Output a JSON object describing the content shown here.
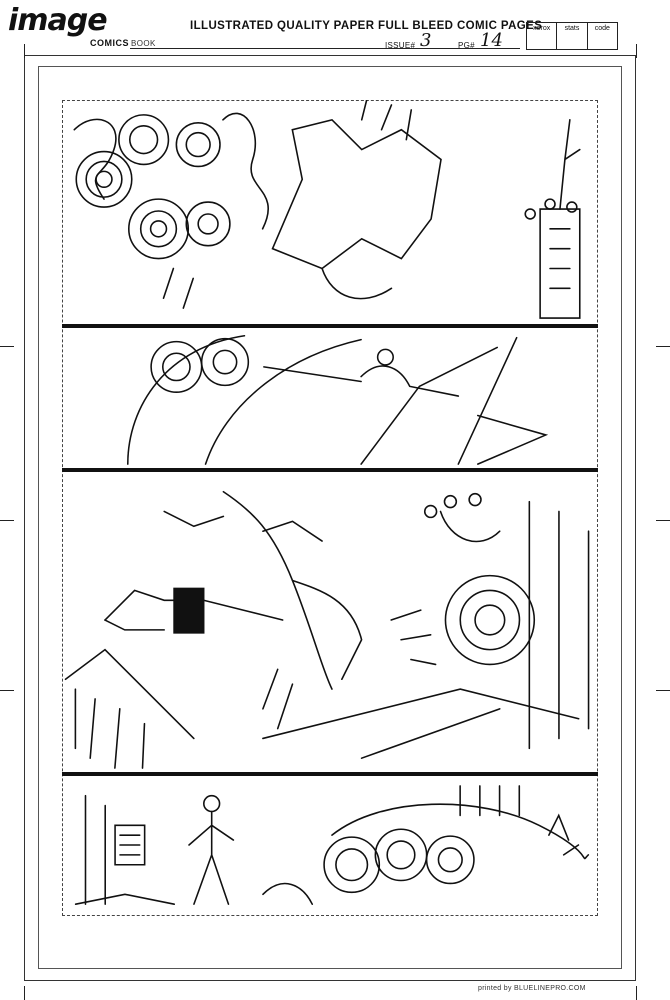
{
  "header": {
    "logo": "image",
    "logo_sub": "COMICS",
    "book_label": "BOOK",
    "title": "ILLUSTRATED QUALITY PAPER FULL BLEED COMIC PAGES",
    "issue_label": "ISSUE#",
    "issue_value": "3",
    "page_label": "PG#",
    "page_value": "14",
    "stamp_cells": [
      "xerox",
      "stats",
      "code"
    ]
  },
  "footer": {
    "printed_by": "printed by BLUELINEPRO.COM"
  }
}
